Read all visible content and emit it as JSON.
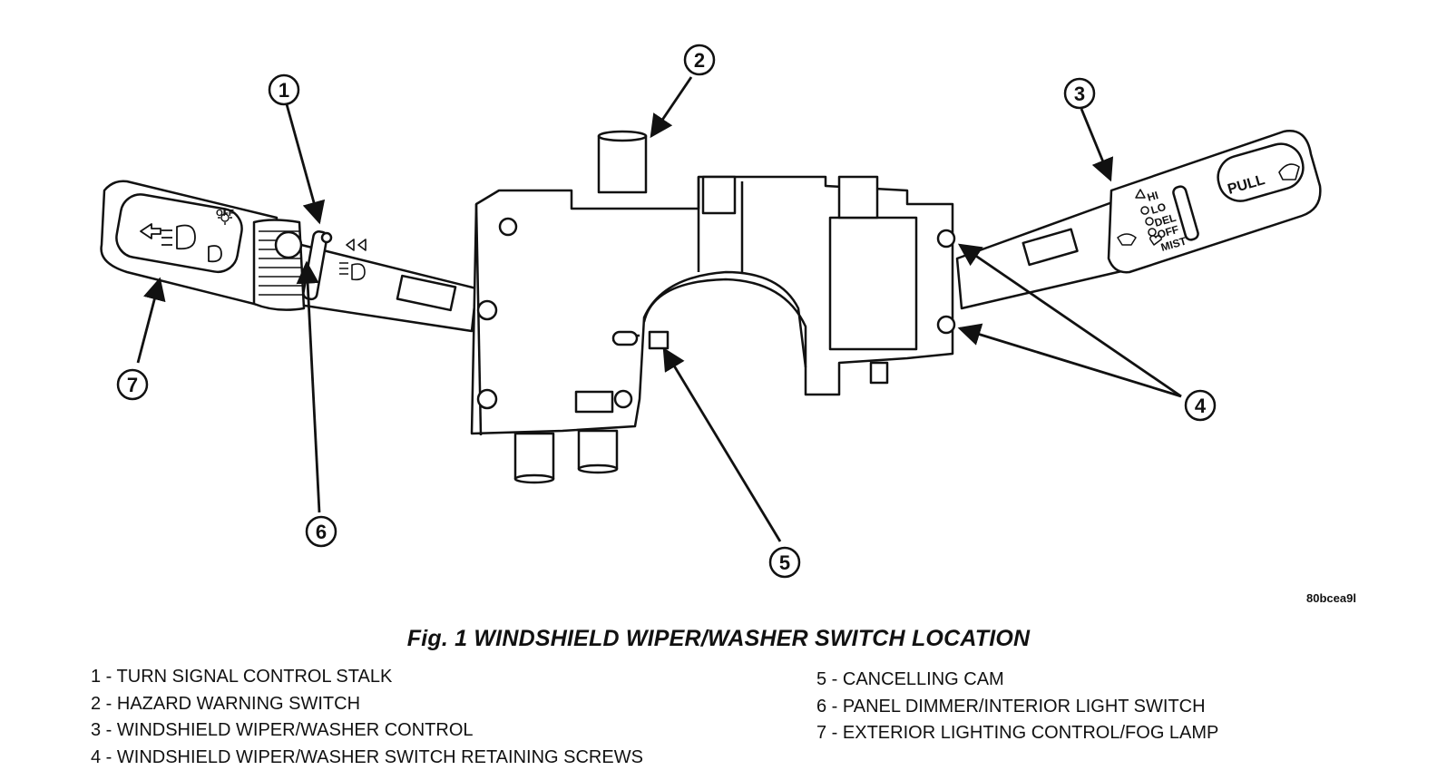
{
  "figure": {
    "title": "Fig. 1 WINDSHIELD WIPER/WASHER SWITCH LOCATION",
    "code": "80bcea9l"
  },
  "callouts": [
    {
      "number": "1"
    },
    {
      "number": "2"
    },
    {
      "number": "3"
    },
    {
      "number": "4"
    },
    {
      "number": "5"
    },
    {
      "number": "6"
    },
    {
      "number": "7"
    }
  ],
  "legend": [
    "1 - TURN SIGNAL CONTROL STALK",
    "2 - HAZARD WARNING SWITCH",
    "3 - WINDSHIELD WIPER/WASHER CONTROL",
    "4 - WINDSHIELD WIPER/WASHER SWITCH RETAINING SCREWS",
    "5 - CANCELLING CAM",
    "6 - PANEL DIMMER/INTERIOR LIGHT SWITCH",
    "7 - EXTERIOR LIGHTING CONTROL/FOG LAMP"
  ],
  "wiper_stalk": {
    "pull_label": "PULL",
    "positions": [
      "HI",
      "LO",
      "DEL",
      "OFF",
      "MIST"
    ]
  },
  "light_stalk": {
    "off_label": "OFF"
  }
}
